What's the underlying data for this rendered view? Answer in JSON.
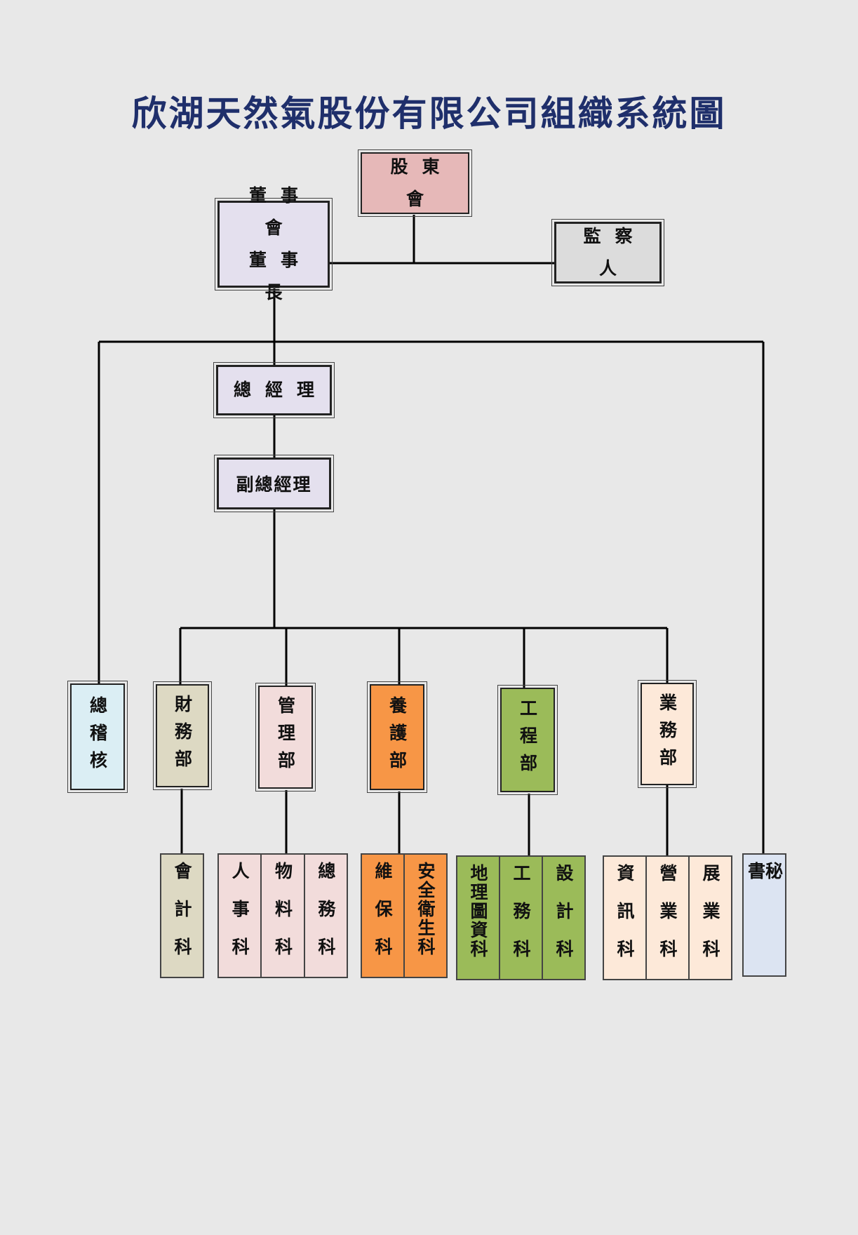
{
  "title": "欣湖天然氣股份有限公司組織系統圖",
  "nodes": {
    "shareholders": "股東會",
    "board": [
      "董事會",
      "董事長"
    ],
    "supervisor": "監察人",
    "general_manager": "總經理",
    "deputy_gm": "副總經理",
    "audit": "總稽核",
    "finance": "財務部",
    "management": "管理部",
    "maintenance": "養護部",
    "engineering": "工程部",
    "business": "業務部",
    "secretary": "秘書"
  },
  "sections": {
    "finance": [
      "會計科"
    ],
    "management": [
      "人事科",
      "物料科",
      "總務科"
    ],
    "maintenance": [
      "維保科",
      "安全衛生科"
    ],
    "engineering": [
      "地理圖資科",
      "工務科",
      "設計科"
    ],
    "business": [
      "資訊科",
      "營業科",
      "展業科"
    ]
  },
  "colors": {
    "title": "#1f2f6b",
    "shareholders": "#e6b8b8",
    "board": "#e4e0ee",
    "supervisor": "#dcdcdc",
    "audit": "#dbeef4",
    "finance": "#ddd9c3",
    "management": "#f2dcdb",
    "maintenance": "#f79646",
    "engineering": "#9bbb59",
    "business": "#fde9d9",
    "secretary": "#dce4f2"
  }
}
